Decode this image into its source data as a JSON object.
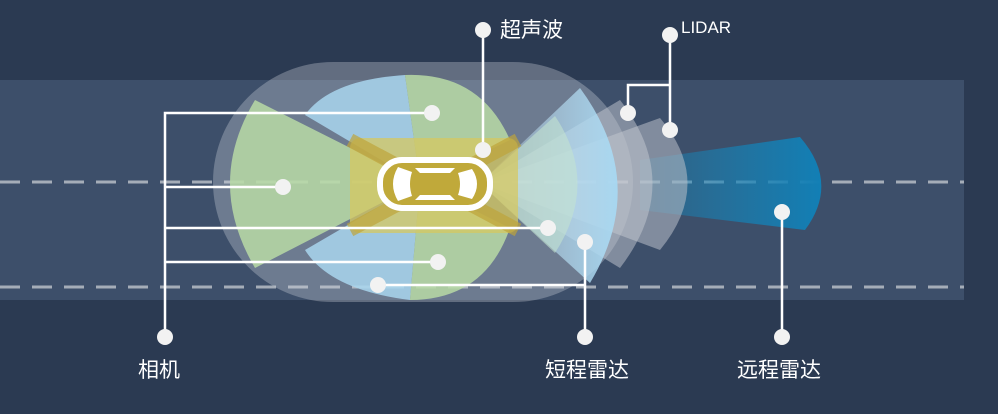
{
  "labels": {
    "ultrasonic": "超声波",
    "lidar": "LIDAR",
    "camera": "相机",
    "short_range_radar": "短程雷达",
    "long_range_radar": "远程雷达"
  },
  "colors": {
    "background": "#2b3a52",
    "road": "#3d4f6a",
    "camera_green": "#b9dba6",
    "camera_blue": "#a9d6ee",
    "ultrasonic_yellow": "#c9b23c",
    "radar_blue": "#1a86b8",
    "lidar_gray": "#9ea6b0"
  }
}
